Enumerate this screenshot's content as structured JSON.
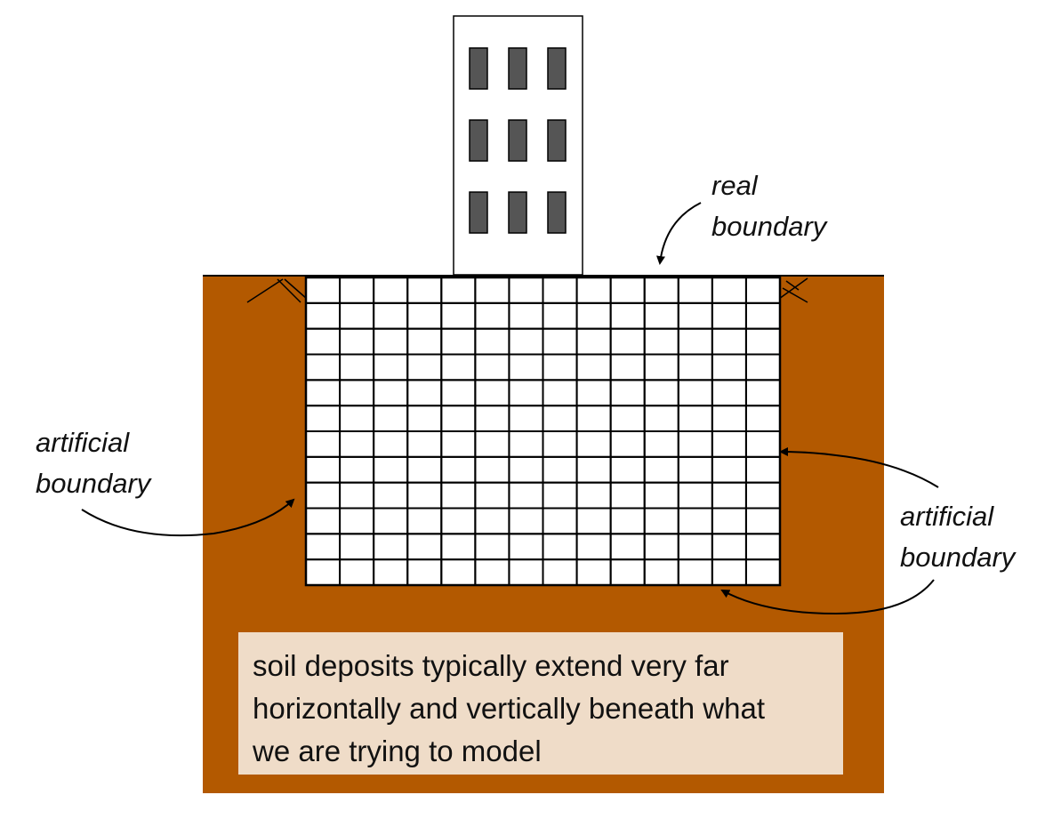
{
  "labels": {
    "real_boundary": [
      "real",
      "boundary"
    ],
    "artificial_left": [
      "artificial",
      "boundary"
    ],
    "artificial_right": [
      "artificial",
      "boundary"
    ]
  },
  "note": {
    "lines": [
      "soil deposits typically extend very far",
      "horizontally and vertically beneath what",
      "we are trying to model"
    ]
  },
  "colors": {
    "soil": "#b35900",
    "note_background": "#efdcc8",
    "window": "#555555",
    "mesh_line": "#000000"
  },
  "mesh": {
    "columns": 14,
    "rows": 12
  },
  "icons": {
    "building": "building-icon",
    "arrows": "curved-arrow-icon"
  }
}
